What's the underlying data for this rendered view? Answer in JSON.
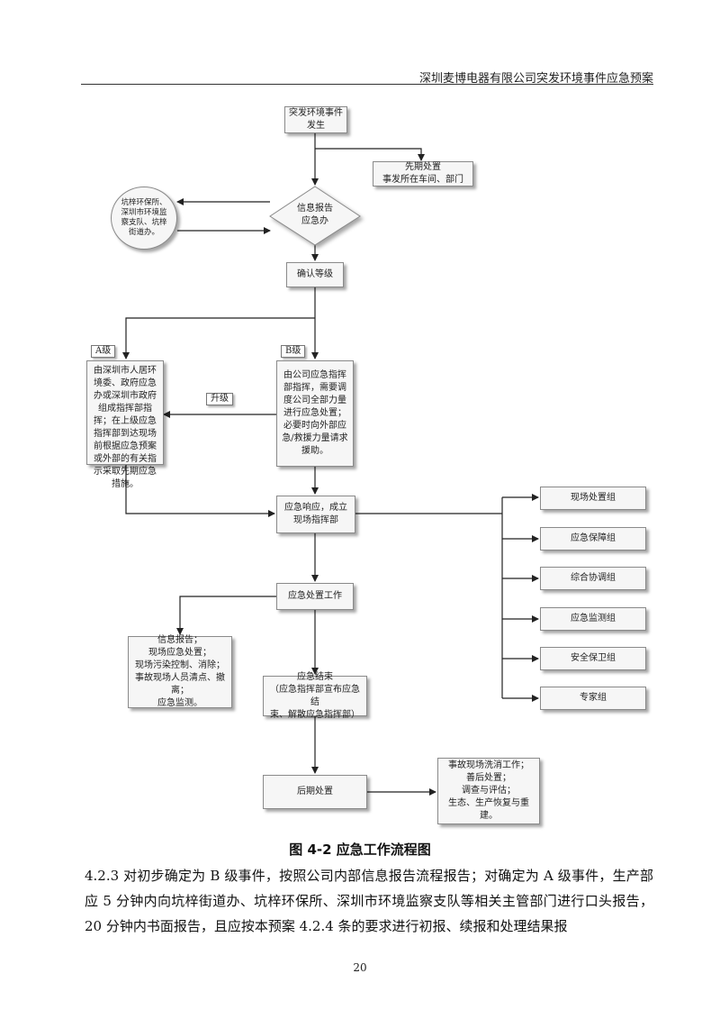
{
  "header": {
    "title": "深圳麦博电器有限公司突发环境事件应急预案"
  },
  "flowchart": {
    "start": "突发环境事件\n发生",
    "pre_handle": "先期处置\n事发所在车间、部门",
    "agencies": "坑梓环保所、\n深圳市环境监\n察支队、坑梓\n街道办。",
    "report": "信息报告\n应急办",
    "confirm": "确认等级",
    "level_a_tag": "A级",
    "level_b_tag": "B级",
    "upgrade_tag": "升级",
    "level_a_text": "由深圳市人居环境委、政府应急办或深圳市政府组成指挥部指挥；在上级应急指挥部到达现场前根据应急预案或外部的有关指示采取先期应急措施。",
    "level_b_text": "由公司应急指挥部指挥，需要调度公司全部力量进行应急处置；必要时向外部应急/救援力量请求援助。",
    "response": "应急响应，成立现场指挥部",
    "groups": [
      "现场处置组",
      "应急保障组",
      "综合协调组",
      "应急监测组",
      "安全保卫组",
      "专家组"
    ],
    "disposal": "应急处置工作",
    "info_tasks": "信息报告；\n现场应急处置；\n现场污染控制、消除；\n事故现场人员清点、撤离；\n应急监测。",
    "end": "应急结束\n（应急指挥部宣布应急结\n束、解散应急指挥部）",
    "post": "后期处置",
    "cleanup": "事故现场洗消工作；\n善后处置；\n调查与评估；\n生态、生产恢复与重建。"
  },
  "caption": "图 4-2  应急工作流程图",
  "paragraph": "4.2.3 对初步确定为 B 级事件，按照公司内部信息报告流程报告；对确定为 A 级事件，生产部应 5 分钟内向坑梓街道办、坑梓环保所、深圳市环境监察支队等相关主管部门进行口头报告，20 分钟内书面报告，且应按本预案 4.2.4 条的要求进行初报、续报和处理结果报",
  "page_number": "20"
}
